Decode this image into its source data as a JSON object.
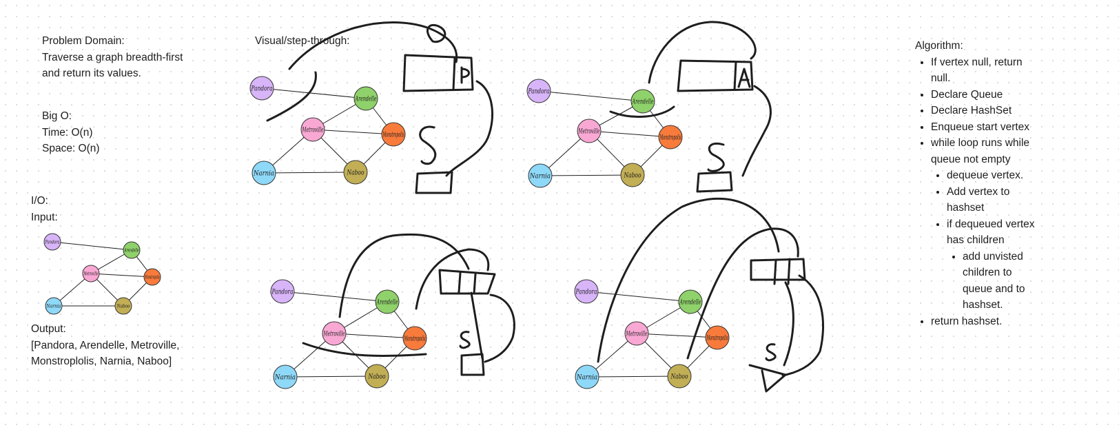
{
  "problem": {
    "heading": "Problem Domain:",
    "line1": "Traverse a graph breadth-first",
    "line2": "and return its values."
  },
  "bigo": {
    "heading": "Big O:",
    "time": "Time: O(n)",
    "space": "Space: O(n)"
  },
  "io": {
    "heading": "I/O:",
    "input_label": "Input:",
    "output_label": "Output:",
    "output_line1": "[Pandora, Arendelle, Metroville,",
    "output_line2": "Monstroplolis, Narnia, Naboo]"
  },
  "visual": {
    "heading": "Visual/step-through:"
  },
  "algorithm": {
    "heading": "Algorithm:",
    "step1": "If vertex null, return null.",
    "step2": "Declare Queue",
    "step3": "Declare HashSet",
    "step4": "Enqueue start vertex",
    "step5": "while loop runs while queue not empty",
    "sub1": "dequeue vertex.",
    "sub2": "Add vertex to hashset",
    "sub3": "if dequeued vertex has children",
    "subsub1": "add unvisted children to queue and to hashset.",
    "step6": "return hashset."
  },
  "graph": {
    "nodes": [
      {
        "id": "pandora",
        "label": "Pandora",
        "color": "#d8b4f8"
      },
      {
        "id": "arendelle",
        "label": "Arendelle",
        "color": "#8fd16a"
      },
      {
        "id": "metroville",
        "label": "Metroville",
        "color": "#f9a8d4"
      },
      {
        "id": "monstropolis",
        "label": "Monstropolis",
        "color": "#f97b3c"
      },
      {
        "id": "narnia",
        "label": "Narnia",
        "color": "#8ed8f8"
      },
      {
        "id": "naboo",
        "label": "Naboo",
        "color": "#c2ae55"
      }
    ],
    "edges": [
      [
        "pandora",
        "arendelle"
      ],
      [
        "arendelle",
        "metroville"
      ],
      [
        "arendelle",
        "monstropolis"
      ],
      [
        "metroville",
        "monstropolis"
      ],
      [
        "metroville",
        "narnia"
      ],
      [
        "metroville",
        "naboo"
      ],
      [
        "monstropolis",
        "naboo"
      ],
      [
        "narnia",
        "naboo"
      ]
    ]
  },
  "queue_marker_labels": {
    "p": "P",
    "a": "A",
    "s": "S"
  }
}
